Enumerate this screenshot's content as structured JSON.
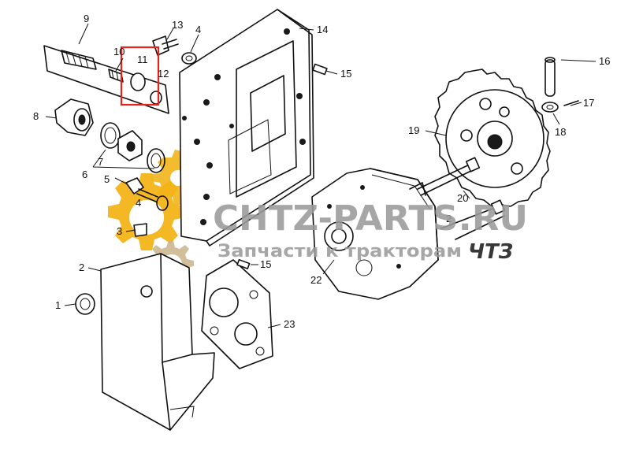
{
  "callouts": [
    {
      "id": "1",
      "label": "1"
    },
    {
      "id": "2",
      "label": "2"
    },
    {
      "id": "3",
      "label": "3"
    },
    {
      "id": "4",
      "label": "4"
    },
    {
      "id": "5",
      "label": "5"
    },
    {
      "id": "6",
      "label": "6"
    },
    {
      "id": "7",
      "label": "7"
    },
    {
      "id": "8",
      "label": "8"
    },
    {
      "id": "9",
      "label": "9"
    },
    {
      "id": "10",
      "label": "10"
    },
    {
      "id": "11",
      "label": "11"
    },
    {
      "id": "12",
      "label": "12"
    },
    {
      "id": "13",
      "label": "13"
    },
    {
      "id": "14",
      "label": "14"
    },
    {
      "id": "15",
      "label": "15"
    },
    {
      "id": "16",
      "label": "16"
    },
    {
      "id": "17",
      "label": "17"
    },
    {
      "id": "18",
      "label": "18"
    },
    {
      "id": "19",
      "label": "19"
    },
    {
      "id": "20",
      "label": "20"
    },
    {
      "id": "22",
      "label": "22"
    },
    {
      "id": "23",
      "label": "23"
    }
  ],
  "highlight": {
    "part": "11",
    "color": "#e8221c"
  },
  "watermark": {
    "brand": "CHTZ-PARTS.RU",
    "tagline": "Запчасти к тракторам",
    "tagline_brand": "ЧТЗ",
    "gear_color": "#f2b418",
    "gear_color_light": "#c9b48a",
    "text_color": "#9a9a9a",
    "brand_mark_color": "#1c1c1c"
  }
}
